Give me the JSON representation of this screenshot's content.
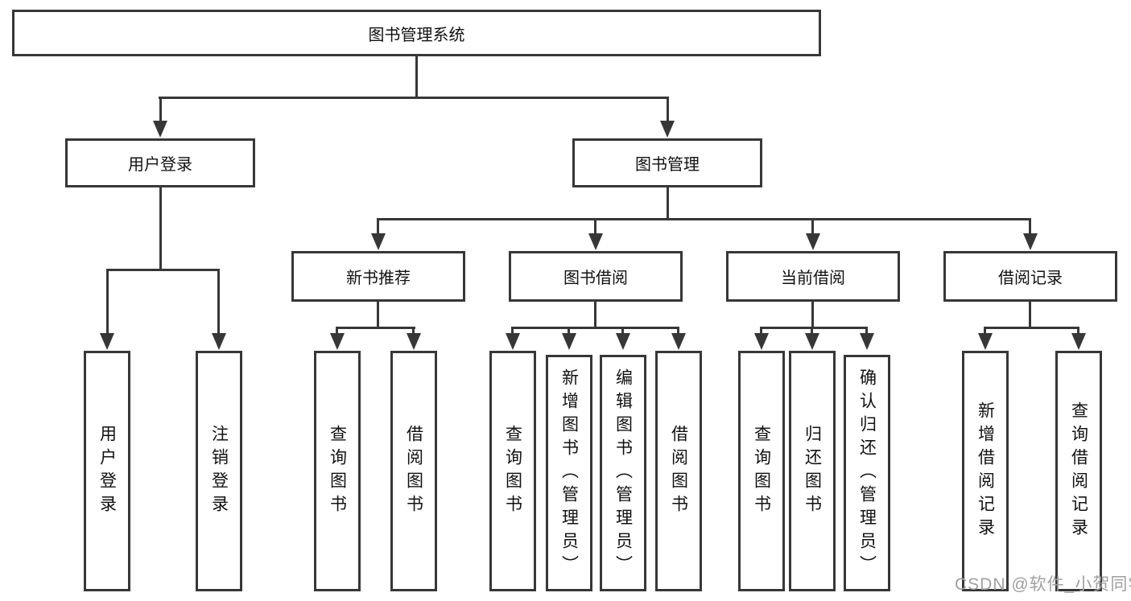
{
  "nodes": {
    "root": "图书管理系统",
    "user_login": "用户登录",
    "book_mgmt": "图书管理",
    "login": "用户登录",
    "logout": "注销登录",
    "new_book_rec": "新书推荐",
    "book_borrow": "图书借阅",
    "current_borrow": "当前借阅",
    "borrow_records": "借阅记录",
    "nb_query": "查询图书",
    "nb_borrow": "借阅图书",
    "bb_query": "查询图书",
    "bb_add": "新增图书（管理员）",
    "bb_edit": "编辑图书（管理员）",
    "bb_borrow": "借阅图书",
    "cb_query": "查询图书",
    "cb_return": "归还图书",
    "cb_confirm": "确认归还（管理员）",
    "br_add": "新增借阅记录",
    "br_query": "查询借阅记录"
  },
  "watermark": "CSDN @软件_小贺同学",
  "colors": {
    "line": "#373737",
    "text": "#111111",
    "background": "#ffffff",
    "watermark": "#a0a0a0"
  }
}
